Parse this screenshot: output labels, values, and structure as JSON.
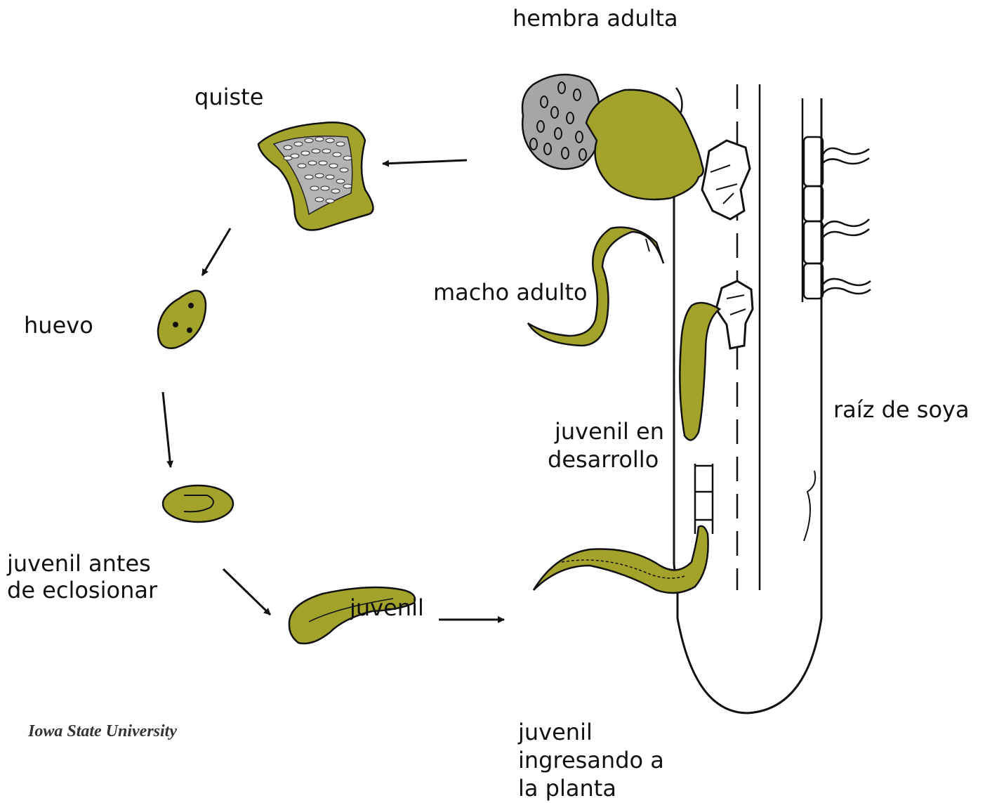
{
  "colors": {
    "body_fill": "#a3a32b",
    "egg_mass_fill": "#a6a6a6",
    "outline": "#111111",
    "background": "#ffffff"
  },
  "labels": {
    "adult_female": "hembra adulta",
    "cyst": "quiste",
    "egg": "huevo",
    "adult_male": "macho adulto",
    "juvenile_developing_1": "juvenil en",
    "juvenile_developing_2": "desarrollo",
    "soybean_root": "raíz de soya",
    "prehatch_juvenile_1": "juvenil antes",
    "prehatch_juvenile_2": "de eclosionar",
    "juvenile": "juvenil",
    "entering_juvenile_1": "juvenil",
    "entering_juvenile_2": "ingresando a",
    "entering_juvenile_3": "la planta"
  },
  "credit": "Iowa State University",
  "icons": [
    "arrow-icon",
    "nematode-icon",
    "cyst-icon",
    "egg-icon",
    "root-icon"
  ]
}
